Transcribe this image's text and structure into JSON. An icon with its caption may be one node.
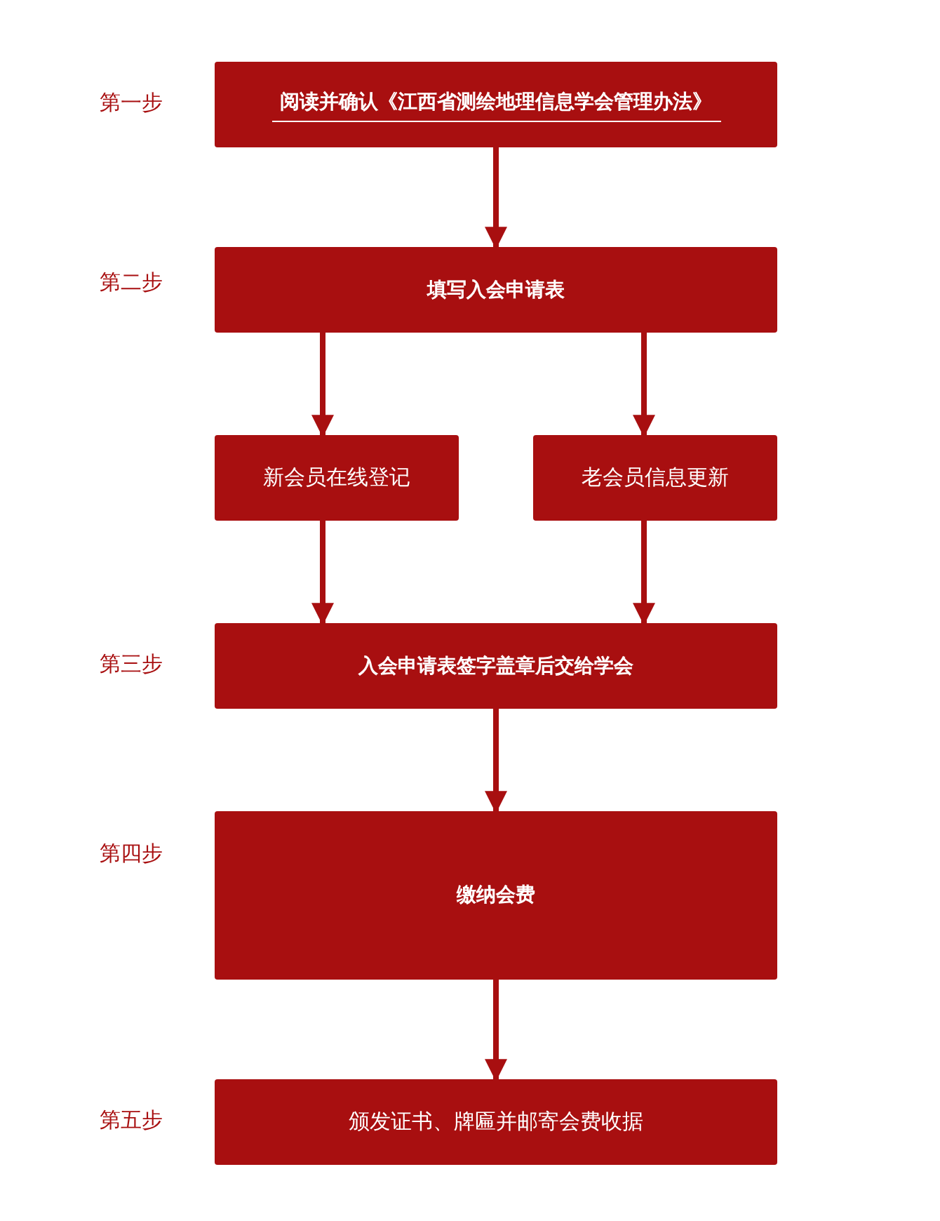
{
  "diagram": {
    "nodes": [
      {
        "text": [
          "阅读并确认《江西省测绘地理信息学会管理办法》"
        ],
        "beside": [
          "第一步"
        ]
      },
      {
        "text": [
          "填写入会申请表"
        ],
        "beside": [
          "第二步"
        ]
      },
      {
        "text": [
          "新会员在线登记"
        ]
      },
      {
        "text": [
          "老会员信息更新"
        ]
      },
      {
        "text": [
          "入会申请表签字盖章后交给学会"
        ],
        "beside": [
          "第三步"
        ]
      },
      {
        "text": [
          "缴纳会费"
        ],
        "beside": [
          "第四步"
        ]
      },
      {
        "text": [
          "颁发证书、牌匾并邮寄会费收据"
        ],
        "beside": [
          "第五步"
        ]
      }
    ],
    "edges": [
      {
        "from": 0,
        "to": 1,
        "arrow": "to"
      },
      {
        "from": 1,
        "to": 2,
        "arrow": "to"
      },
      {
        "from": 1,
        "to": 3,
        "arrow": "to"
      },
      {
        "from": 2,
        "to": 4,
        "arrow": "to"
      },
      {
        "from": 3,
        "to": 4,
        "arrow": "to"
      },
      {
        "from": 4,
        "to": 5,
        "arrow": "to"
      },
      {
        "from": 5,
        "to": 6,
        "arrow": "to"
      }
    ]
  }
}
